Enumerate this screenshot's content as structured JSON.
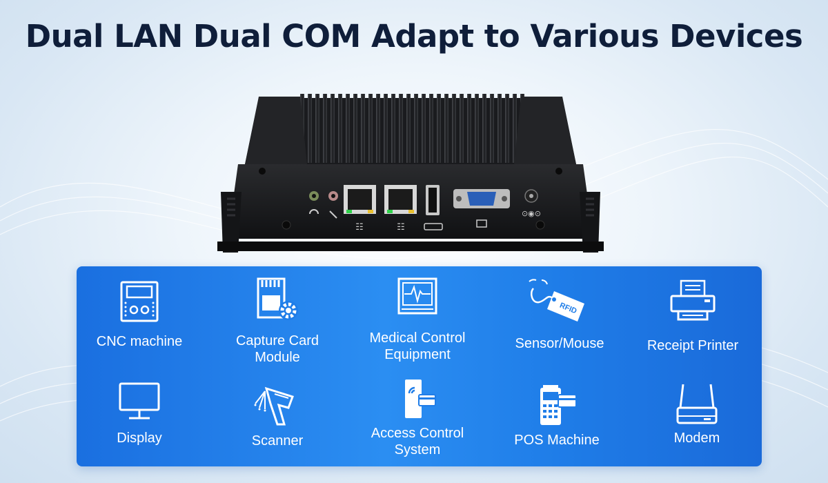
{
  "title": "Dual LAN Dual COM Adapt to Various Devices",
  "colors": {
    "title": "#0f1e3a",
    "panel": "#1f7de8",
    "icon": "#ffffff"
  },
  "product": {
    "description": "Fanless black mini PC with heatsink fins, audio jacks, two RJ45 LAN ports, HDMI, VGA and DC power input"
  },
  "devices": [
    {
      "label": "CNC machine",
      "icon": "cnc-machine-icon"
    },
    {
      "label": "Capture Card\nModule",
      "icon": "capture-card-icon"
    },
    {
      "label": "Medical Control\nEquipment",
      "icon": "medical-monitor-icon"
    },
    {
      "label": "Sensor/Mouse",
      "icon": "rfid-tag-icon"
    },
    {
      "label": "Receipt Printer",
      "icon": "printer-icon"
    },
    {
      "label": "Display",
      "icon": "display-icon"
    },
    {
      "label": "Scanner",
      "icon": "scanner-icon"
    },
    {
      "label": "Access Control\nSystem",
      "icon": "access-control-icon"
    },
    {
      "label": "POS Machine",
      "icon": "pos-machine-icon"
    },
    {
      "label": "Modem",
      "icon": "modem-icon"
    }
  ]
}
